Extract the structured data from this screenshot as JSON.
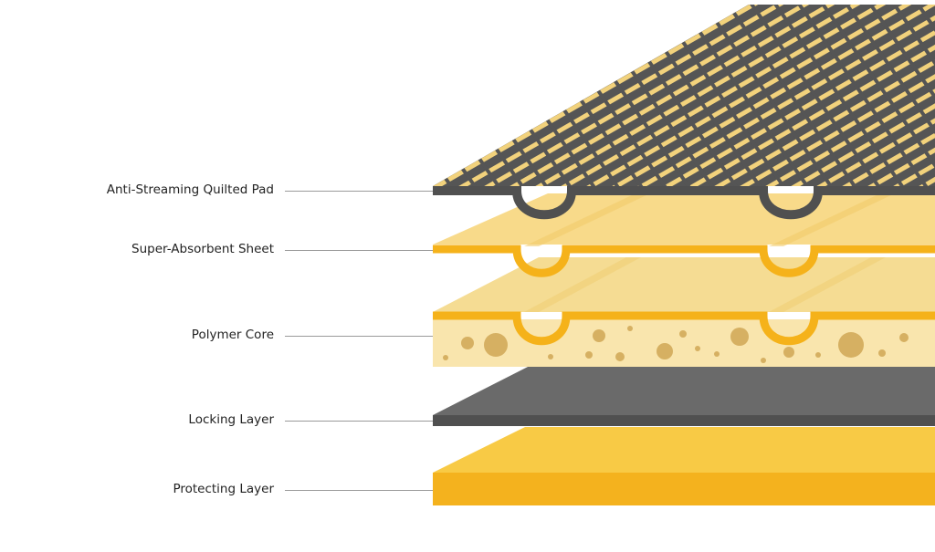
{
  "diagram": {
    "layers": [
      {
        "label": "Anti-Streaming Quilted Pad",
        "color": "#5a5a5a"
      },
      {
        "label": "Super-Absorbent Sheet",
        "color": "#f5b21a"
      },
      {
        "label": "Polymer Core",
        "color": "#f7e2a6"
      },
      {
        "label": "Locking Layer",
        "color": "#5f5f5f"
      },
      {
        "label": "Protecting Layer",
        "color": "#f4b21e"
      }
    ]
  }
}
